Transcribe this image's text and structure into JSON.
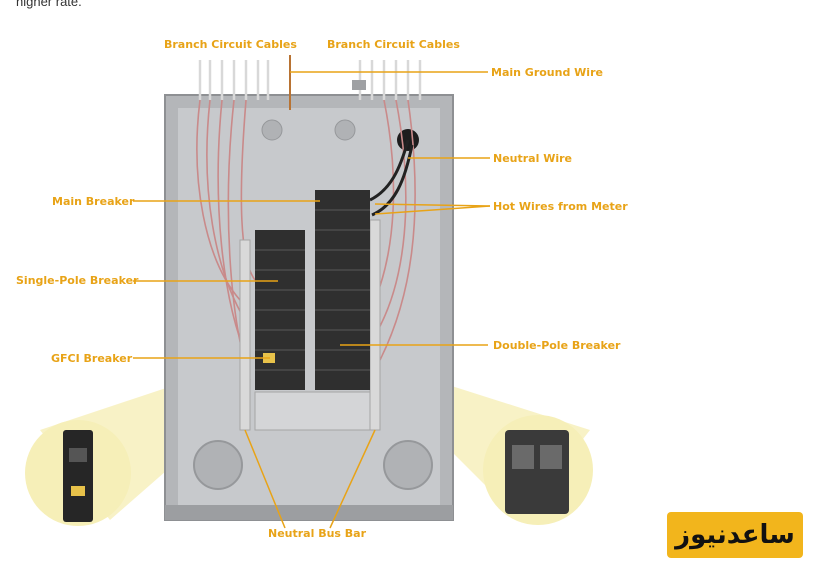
{
  "page": {
    "top_text": "higher rate."
  },
  "labels": {
    "branch_cables_left": "Branch Circuit Cables",
    "branch_cables_right": "Branch Circuit Cables",
    "main_ground_wire": "Main Ground Wire",
    "neutral_wire": "Neutral Wire",
    "main_breaker": "Main Breaker",
    "hot_wires": "Hot Wires from Meter",
    "single_pole": "Single-Pole Breaker",
    "double_pole": "Double-Pole Breaker",
    "gfci": "GFCI Breaker",
    "neutral_bus_bar": "Neutral Bus Bar"
  },
  "logo": {
    "text": "ساعدنیوز"
  },
  "colors": {
    "label": "#e8a317",
    "panel": "#a8aaad",
    "callout": "#f6efb8"
  }
}
